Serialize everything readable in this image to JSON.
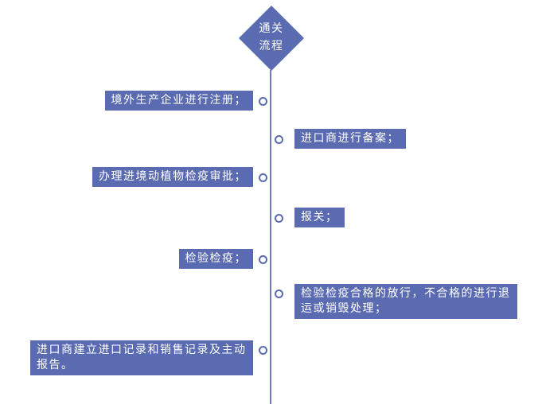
{
  "diagram": {
    "accent_color": "#5b6bb2",
    "line_color": "#6f7bc0",
    "title": {
      "line1": "通关",
      "line2": "流程"
    },
    "items": [
      {
        "side": "left",
        "label": "境外生产企业进行注册；"
      },
      {
        "side": "right",
        "label": "进口商进行备案；"
      },
      {
        "side": "left",
        "label": "办理进境动植物检疫审批；"
      },
      {
        "side": "right",
        "label": "报关；"
      },
      {
        "side": "left",
        "label": "检验检疫；"
      },
      {
        "side": "right",
        "label": "检验检疫合格的放行，不合格的进行退运或销毁处理；"
      },
      {
        "side": "left",
        "label": "进口商建立进口记录和销售记录及主动报告。"
      }
    ]
  }
}
